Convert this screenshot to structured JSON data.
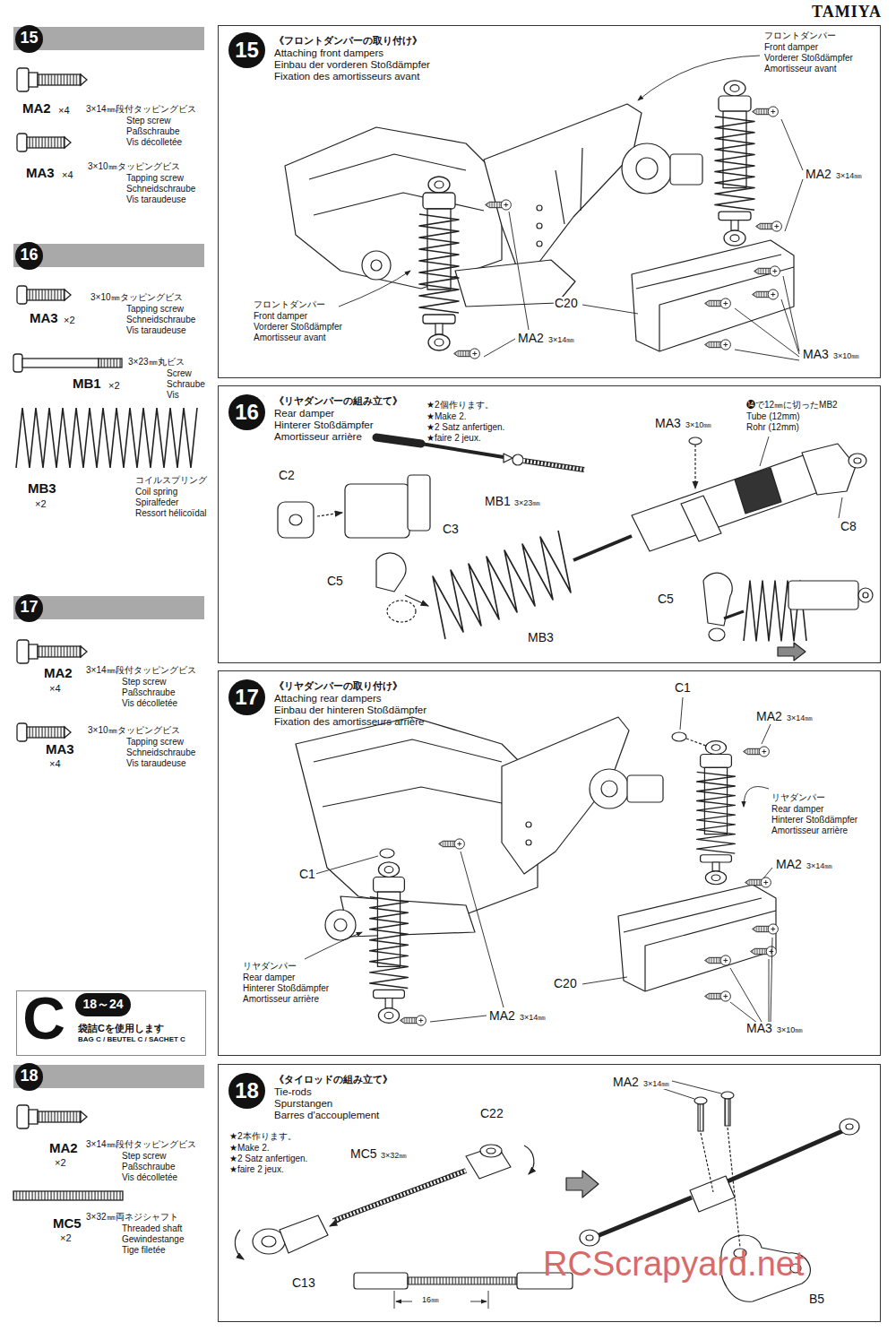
{
  "diagram": {
    "nodes": [
      {
        "text": [
          "15"
        ]
      },
      {
        "text": [
          "《フロントダンパーの取り付け》",
          "Attaching front dampers",
          "Einbau der vorderen Stoßdämpfer",
          "Fixation des amortisseurs avant"
        ]
      },
      {
        "text": [
          "15"
        ],
        "in": 1
      },
      {
        "text": [
          "16"
        ]
      },
      {
        "text": [
          "《リヤダンパーの組み立て》",
          "Rear damper",
          "Hinterer Stoßdämpfer",
          "Amortisseur arrière"
        ]
      },
      {
        "text": [
          "16"
        ],
        "in": 4
      },
      {
        "text": [
          "17"
        ]
      },
      {
        "text": [
          "《リヤダンパーの取り付け》",
          "Attaching rear dampers",
          "Einbau der hinteren Stoßdämpfer",
          "Fixation des amortisseurs arrière"
        ]
      },
      {
        "text": [
          "17"
        ],
        "in": 7
      },
      {
        "text": [
          "C",
          "袋詰Cを使用します",
          "BAG C / BEUTEL C / SACHET C"
        ]
      },
      {
        "text": [
          "18～24"
        ],
        "in": 9
      },
      {
        "text": [
          "18"
        ]
      },
      {
        "text": [
          "《タイロッドの組み立て》",
          "Tie-rods",
          "Spurstangen",
          "Barres d'accouplement"
        ]
      },
      {
        "text": [
          "18"
        ],
        "in": 12
      }
    ],
    "labels": [
      "TAMIYA",
      "MA2",
      "×4",
      "3×14㎜段付タッピングビス",
      "Step screw",
      "Paßschraube",
      "Vis décolletée",
      "MA3",
      "×4",
      "3×10㎜タッピングビス",
      "Tapping screw",
      "Schneidschraube",
      "Vis taraudeuse",
      "3×10㎜タッピングビス",
      "Tapping screw",
      "Schneidschraube",
      "Vis taraudeuse",
      "MA3",
      "×2",
      "3×23㎜丸ビス",
      "Screw",
      "Schraube",
      "Vis",
      "MB1",
      "×2",
      "コイルスプリング",
      "Coil spring",
      "Spiralfeder",
      "Ressort hélicoïdal",
      "MB3",
      "×2",
      "MA2",
      "×4",
      "3×14㎜段付タッピングビス",
      "Step screw",
      "Paßschraube",
      "Vis décolletée",
      "MA3",
      "×4",
      "3×10㎜タッピングビス",
      "Tapping screw",
      "Schneidschraube",
      "Vis taraudeuse",
      "MA2",
      "×2",
      "3×14㎜段付タッピングビス",
      "Step screw",
      "Paßschraube",
      "Vis décolletée",
      "MC5",
      "×2",
      "3×32㎜両ネジシャフト",
      "Threaded shaft",
      "Gewindestange",
      "Tige filetée",
      "フロントダンパー",
      "Front damper",
      "Vorderer Stoßdämpfer",
      "Amortisseur avant",
      "MA2",
      "3×14㎜",
      "フロントダンパー",
      "Front damper",
      "Vorderer Stoßdämpfer",
      "Amortisseur avant",
      "C20",
      "MA2",
      "3×14㎜",
      "MA3",
      "3×10㎜",
      "★2個作ります。",
      "★Make 2.",
      "★2 Satz anfertigen.",
      "★faire 2 jeux.",
      "C2",
      "C3",
      "MB1",
      "3×23㎜",
      "MA3",
      "3×10㎜",
      "⓮で12㎜に切ったMB2",
      "Tube (12mm)",
      "Rohr (12mm)",
      "C8",
      "C5",
      "MB3",
      "C5",
      "C1",
      "MA2",
      "3×14㎜",
      "リヤダンパー",
      "Rear damper",
      "Hinterer Stoßdämpfer",
      "Amortisseur arrière",
      "MA2",
      "3×14㎜",
      "C1",
      "リヤダンパー",
      "Rear damper",
      "Hinterer Stoßdämpfer",
      "Amortisseur arrière",
      "C20",
      "MA2",
      "3×14㎜",
      "MA3",
      "3×10㎜",
      "★2本作ります。",
      "★Make 2.",
      "★2 Satz anfertigen.",
      "★faire 2 jeux.",
      "C22",
      "MC5",
      "3×32㎜",
      "C13",
      "16㎜",
      "MA2",
      "3×14㎜",
      "B5",
      "RCScrapyard.net"
    ]
  }
}
